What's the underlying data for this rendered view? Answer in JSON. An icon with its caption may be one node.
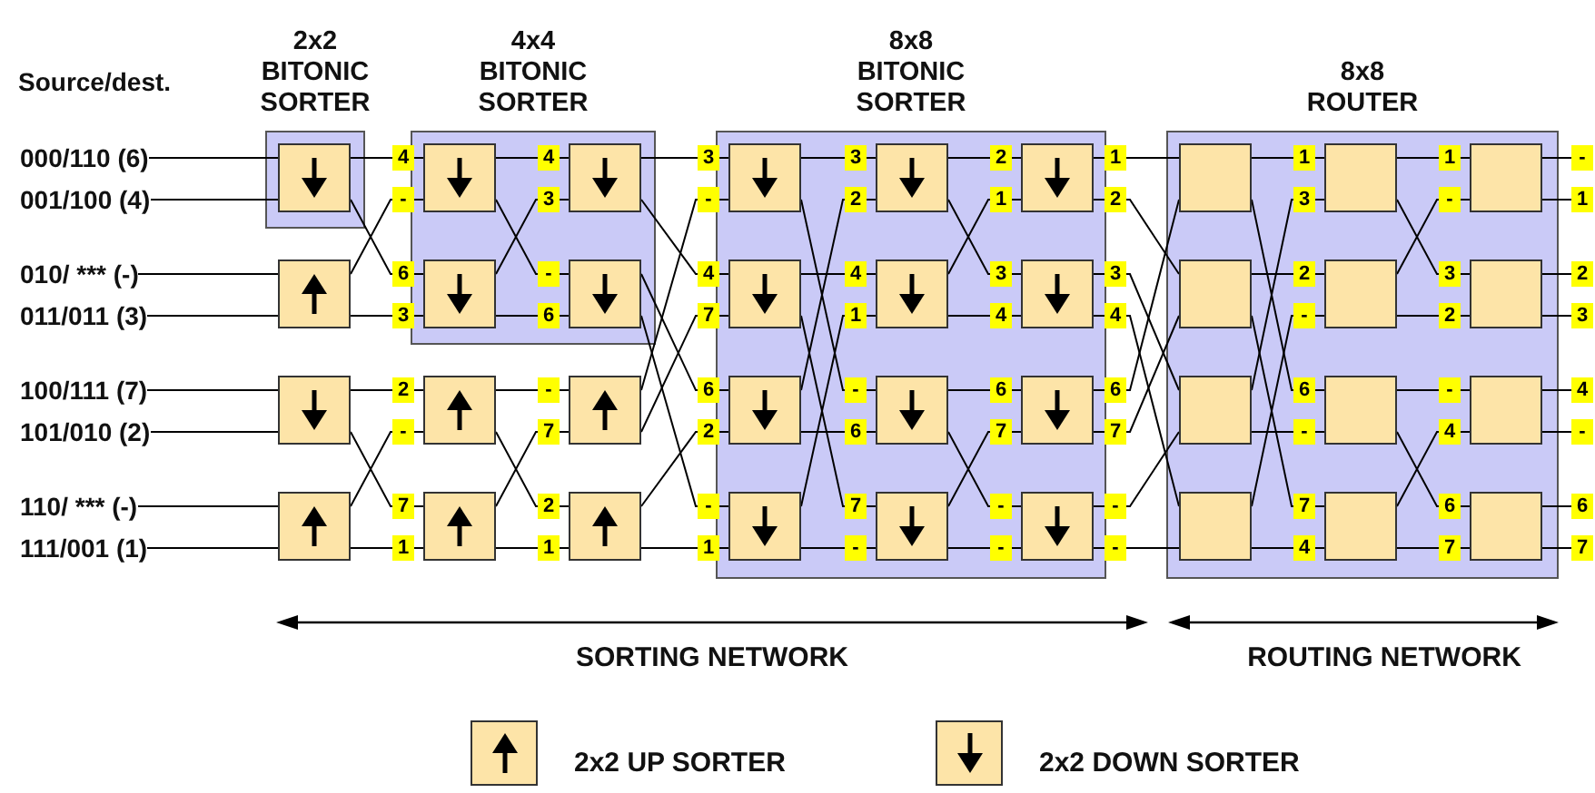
{
  "diagram": {
    "nodes": [
      {
        "text": [
          "2x2 BITONIC SORTER"
        ]
      },
      {
        "text": [
          "4x4 BITONIC SORTER"
        ]
      },
      {
        "text": [
          "8x8 BITONIC SORTER"
        ]
      },
      {
        "text": [
          "8x8 ROUTER"
        ]
      },
      {
        "text": [
          "000/110 (6)"
        ]
      },
      {
        "text": [
          "001/100 (4)"
        ]
      },
      {
        "text": [
          "010/ *** (-)"
        ]
      },
      {
        "text": [
          "011/011 (3)"
        ]
      },
      {
        "text": [
          "100/111 (7)"
        ]
      },
      {
        "text": [
          "101/010 (2)"
        ]
      },
      {
        "text": [
          "110/ *** (-)"
        ]
      },
      {
        "text": [
          "111/001 (1)"
        ]
      },
      {
        "text": [],
        "shape": "box",
        "in": 0
      },
      {
        "text": [],
        "shape": "box"
      },
      {
        "text": [],
        "shape": "box"
      },
      {
        "text": [],
        "shape": "box"
      },
      {
        "text": [],
        "shape": "box",
        "in": 1
      },
      {
        "text": [],
        "shape": "box",
        "in": 1
      },
      {
        "text": [],
        "shape": "box"
      },
      {
        "text": [],
        "shape": "box"
      },
      {
        "text": [],
        "shape": "box",
        "in": 1
      },
      {
        "text": [],
        "shape": "box",
        "in": 1
      },
      {
        "text": [],
        "shape": "box"
      },
      {
        "text": [],
        "shape": "box"
      },
      {
        "text": [],
        "shape": "box",
        "in": 2
      },
      {
        "text": [],
        "shape": "box",
        "in": 2
      },
      {
        "text": [],
        "shape": "box",
        "in": 2
      },
      {
        "text": [],
        "shape": "box",
        "in": 2
      },
      {
        "text": [],
        "shape": "box",
        "in": 2
      },
      {
        "text": [],
        "shape": "box",
        "in": 2
      },
      {
        "text": [],
        "shape": "box",
        "in": 2
      },
      {
        "text": [],
        "shape": "box",
        "in": 2
      },
      {
        "text": [],
        "shape": "box",
        "in": 2
      },
      {
        "text": [],
        "shape": "box",
        "in": 2
      },
      {
        "text": [],
        "shape": "box",
        "in": 2
      },
      {
        "text": [],
        "shape": "box",
        "in": 2
      },
      {
        "text": [],
        "shape": "box",
        "in": 3
      },
      {
        "text": [],
        "shape": "box",
        "in": 3
      },
      {
        "text": [],
        "shape": "box",
        "in": 3
      },
      {
        "text": [],
        "shape": "box",
        "in": 3
      },
      {
        "text": [],
        "shape": "box",
        "in": 3
      },
      {
        "text": [],
        "shape": "box",
        "in": 3
      },
      {
        "text": [],
        "shape": "box",
        "in": 3
      },
      {
        "text": [],
        "shape": "box",
        "in": 3
      },
      {
        "text": [],
        "shape": "box",
        "in": 3
      },
      {
        "text": [],
        "shape": "box",
        "in": 3
      },
      {
        "text": [],
        "shape": "box",
        "in": 3
      },
      {
        "text": [],
        "shape": "box",
        "in": 3
      }
    ],
    "edges": [
      {
        "from": 4,
        "to": 12,
        "arrow": "none"
      },
      {
        "from": 5,
        "to": 12,
        "arrow": "none"
      },
      {
        "from": 6,
        "to": 13,
        "arrow": "none"
      },
      {
        "from": 7,
        "to": 13,
        "arrow": "none"
      },
      {
        "from": 8,
        "to": 14,
        "arrow": "none"
      },
      {
        "from": 9,
        "to": 14,
        "arrow": "none"
      },
      {
        "from": 10,
        "to": 15,
        "arrow": "none"
      },
      {
        "from": 11,
        "to": 15,
        "arrow": "none"
      },
      {
        "from": 12,
        "to": 16,
        "arrow": "none",
        "label": "4"
      },
      {
        "from": 12,
        "to": 17,
        "arrow": "none",
        "label": "6"
      },
      {
        "from": 13,
        "to": 16,
        "arrow": "none",
        "label": "-"
      },
      {
        "from": 13,
        "to": 17,
        "arrow": "none",
        "label": "3"
      },
      {
        "from": 14,
        "to": 18,
        "arrow": "none",
        "label": "2"
      },
      {
        "from": 14,
        "to": 19,
        "arrow": "none",
        "label": "7"
      },
      {
        "from": 15,
        "to": 18,
        "arrow": "none",
        "label": "-"
      },
      {
        "from": 15,
        "to": 19,
        "arrow": "none",
        "label": "1"
      },
      {
        "from": 16,
        "to": 20,
        "arrow": "none",
        "label": "4"
      },
      {
        "from": 16,
        "to": 21,
        "arrow": "none",
        "label": "-"
      },
      {
        "from": 17,
        "to": 20,
        "arrow": "none",
        "label": "3"
      },
      {
        "from": 17,
        "to": 21,
        "arrow": "none",
        "label": "6"
      },
      {
        "from": 18,
        "to": 22,
        "arrow": "none",
        "label": "-"
      },
      {
        "from": 18,
        "to": 23,
        "arrow": "none",
        "label": "2"
      },
      {
        "from": 19,
        "to": 22,
        "arrow": "none",
        "label": "7"
      },
      {
        "from": 19,
        "to": 23,
        "arrow": "none",
        "label": "1"
      },
      {
        "from": 20,
        "to": 24,
        "arrow": "none",
        "label": "3"
      },
      {
        "from": 20,
        "to": 25,
        "arrow": "none",
        "label": "4"
      },
      {
        "from": 21,
        "to": 26,
        "arrow": "none",
        "label": "6"
      },
      {
        "from": 21,
        "to": 27,
        "arrow": "none",
        "label": "-"
      },
      {
        "from": 22,
        "to": 24,
        "arrow": "none",
        "label": "-"
      },
      {
        "from": 22,
        "to": 25,
        "arrow": "none",
        "label": "7"
      },
      {
        "from": 23,
        "to": 26,
        "arrow": "none",
        "label": "2"
      },
      {
        "from": 23,
        "to": 27,
        "arrow": "none",
        "label": "1"
      },
      {
        "from": 24,
        "to": 28,
        "arrow": "none",
        "label": "3"
      },
      {
        "from": 24,
        "to": 30,
        "arrow": "none",
        "label": "-"
      },
      {
        "from": 25,
        "to": 29,
        "arrow": "none",
        "label": "4"
      },
      {
        "from": 25,
        "to": 31,
        "arrow": "none",
        "label": "7"
      },
      {
        "from": 26,
        "to": 28,
        "arrow": "none",
        "label": "2"
      },
      {
        "from": 26,
        "to": 30,
        "arrow": "none",
        "label": "6"
      },
      {
        "from": 27,
        "to": 29,
        "arrow": "none",
        "label": "1"
      },
      {
        "from": 27,
        "to": 31,
        "arrow": "none",
        "label": "-"
      },
      {
        "from": 28,
        "to": 32,
        "arrow": "none",
        "label": "2"
      },
      {
        "from": 28,
        "to": 33,
        "arrow": "none",
        "label": "3"
      },
      {
        "from": 29,
        "to": 32,
        "arrow": "none",
        "label": "1"
      },
      {
        "from": 29,
        "to": 33,
        "arrow": "none",
        "label": "4"
      },
      {
        "from": 30,
        "to": 34,
        "arrow": "none",
        "label": "6"
      },
      {
        "from": 30,
        "to": 35,
        "arrow": "none",
        "label": "-"
      },
      {
        "from": 31,
        "to": 34,
        "arrow": "none",
        "label": "7"
      },
      {
        "from": 31,
        "to": 35,
        "arrow": "none",
        "label": "-"
      },
      {
        "from": 32,
        "to": 36,
        "arrow": "none",
        "label": "1"
      },
      {
        "from": 32,
        "to": 37,
        "arrow": "none",
        "label": "2"
      },
      {
        "from": 33,
        "to": 38,
        "arrow": "none",
        "label": "3"
      },
      {
        "from": 33,
        "to": 39,
        "arrow": "none",
        "label": "4"
      },
      {
        "from": 34,
        "to": 36,
        "arrow": "none",
        "label": "6"
      },
      {
        "from": 34,
        "to": 37,
        "arrow": "none",
        "label": "7"
      },
      {
        "from": 35,
        "to": 38,
        "arrow": "none",
        "label": "-"
      },
      {
        "from": 35,
        "to": 39,
        "arrow": "none",
        "label": "-"
      },
      {
        "from": 36,
        "to": 40,
        "arrow": "none",
        "label": "1"
      },
      {
        "from": 36,
        "to": 42,
        "arrow": "none",
        "label": "6"
      },
      {
        "from": 37,
        "to": 41,
        "arrow": "none",
        "label": "2"
      },
      {
        "from": 37,
        "to": 43,
        "arrow": "none",
        "label": "7"
      },
      {
        "from": 38,
        "to": 40,
        "arrow": "none",
        "label": "3"
      },
      {
        "from": 38,
        "to": 42,
        "arrow": "none",
        "label": "-"
      },
      {
        "from": 39,
        "to": 41,
        "arrow": "none",
        "label": "-"
      },
      {
        "from": 39,
        "to": 43,
        "arrow": "none",
        "label": "4"
      },
      {
        "from": 40,
        "to": 44,
        "arrow": "none",
        "label": "1"
      },
      {
        "from": 40,
        "to": 45,
        "arrow": "none",
        "label": "3"
      },
      {
        "from": 41,
        "to": 44,
        "arrow": "none",
        "label": "-"
      },
      {
        "from": 41,
        "to": 45,
        "arrow": "none",
        "label": "2"
      },
      {
        "from": 42,
        "to": 46,
        "arrow": "none",
        "label": "-"
      },
      {
        "from": 42,
        "to": 47,
        "arrow": "none",
        "label": "6"
      },
      {
        "from": 43,
        "to": 46,
        "arrow": "none",
        "label": "4"
      },
      {
        "from": 43,
        "to": 47,
        "arrow": "none",
        "label": "7"
      },
      {
        "from": 44,
        "to": null,
        "arrow": "none",
        "label": "-"
      },
      {
        "from": 44,
        "to": null,
        "arrow": "none",
        "label": "1"
      },
      {
        "from": 45,
        "to": null,
        "arrow": "none",
        "label": "2"
      },
      {
        "from": 45,
        "to": null,
        "arrow": "none",
        "label": "3"
      },
      {
        "from": 46,
        "to": null,
        "arrow": "none",
        "label": "4"
      },
      {
        "from": 46,
        "to": null,
        "arrow": "none",
        "label": "-"
      },
      {
        "from": 47,
        "to": null,
        "arrow": "none",
        "label": "6"
      },
      {
        "from": 47,
        "to": null,
        "arrow": "none",
        "label": "7"
      }
    ],
    "labels": [
      "Source/dest.",
      "SORTING NETWORK",
      "ROUTING NETWORK"
    ],
    "legend": [
      {
        "text": "2x2 UP SORTER"
      },
      {
        "text": "2x2 DOWN SORTER"
      }
    ]
  }
}
